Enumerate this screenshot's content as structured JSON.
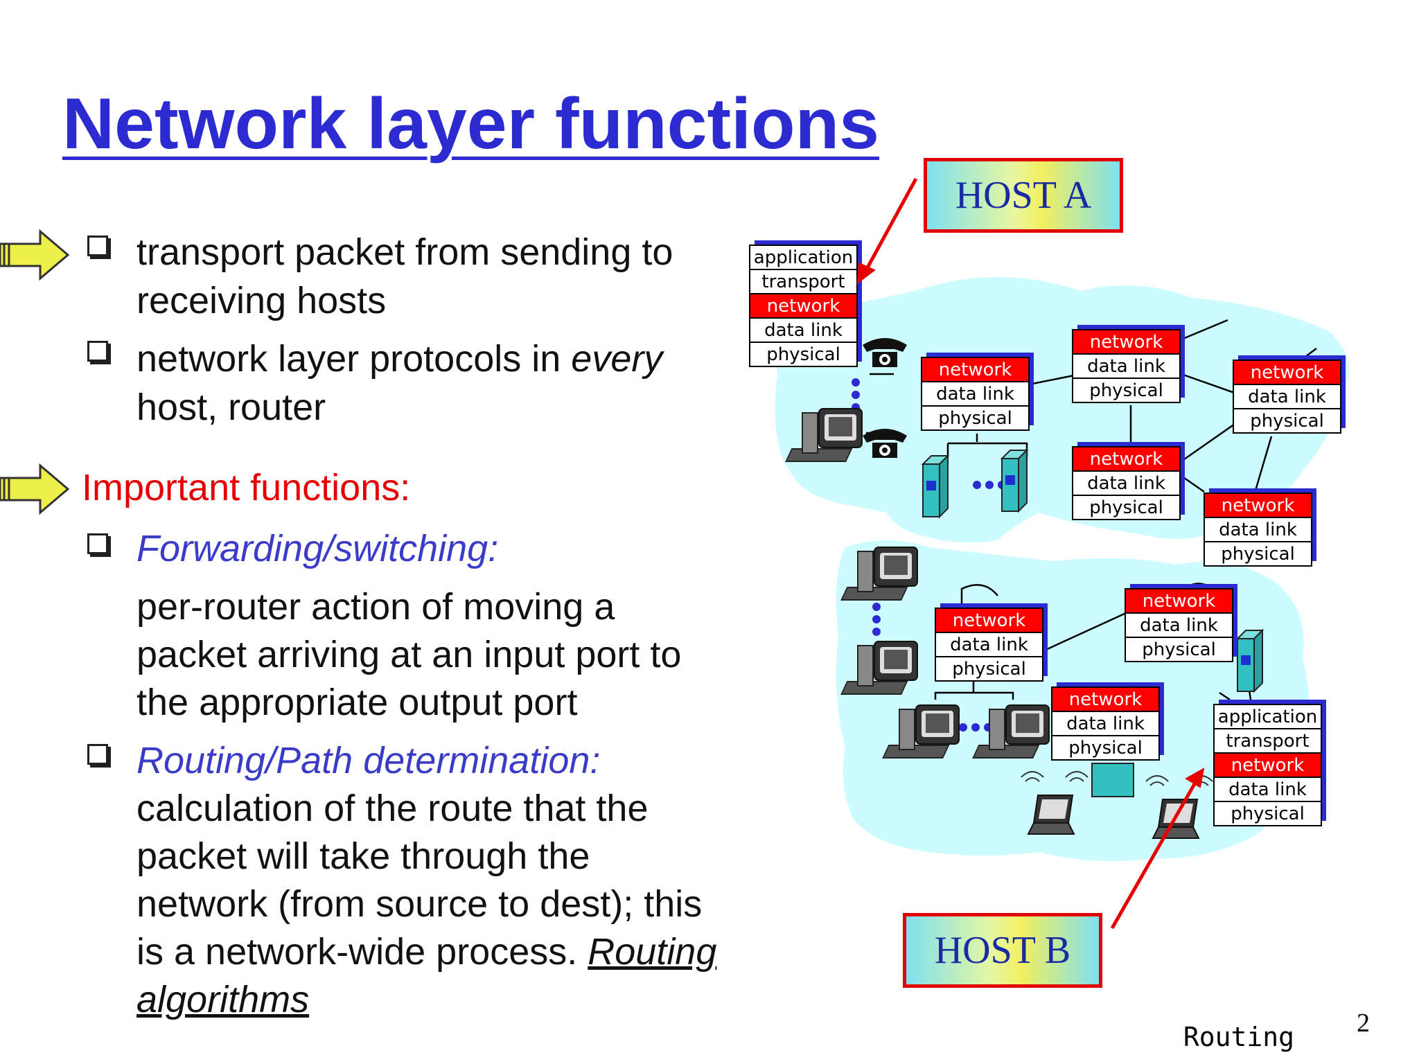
{
  "title": "Network layer functions",
  "bullets": {
    "b1_line1": "transport packet from sending to",
    "b1_line2": "receiving hosts",
    "b2_line1_pre": "network layer protocols in ",
    "b2_line1_em": "every",
    "b2_line2": "host, router"
  },
  "important": "Important functions:",
  "forwarding": {
    "heading": "Forwarding/switching:",
    "line1": "per-router action of moving a",
    "line2": "packet arriving at an input port to",
    "line3": "the appropriate output port"
  },
  "routing": {
    "heading": "Routing/Path determination:",
    "line1": "calculation of the route that the",
    "line2": "packet will take through the",
    "line3": "network (from source to dest); this",
    "line4_pre": "is a network-wide process. ",
    "line4_link": "Routing",
    "line5_link": "algorithms"
  },
  "host_a": "HOST A",
  "host_b": "HOST B",
  "layers": {
    "application": "application",
    "transport": "transport",
    "network": "network",
    "datalink": "data link",
    "physical": "physical"
  },
  "footer": "Routing",
  "page_number": "2",
  "colors": {
    "title": "#2b2bd1",
    "important": "#e60000",
    "italic_heading": "#3b3bc9",
    "network_layer": "#ff0000",
    "cloud": "#ccfcff"
  }
}
